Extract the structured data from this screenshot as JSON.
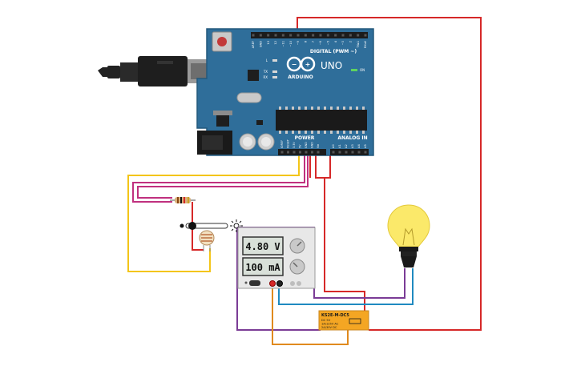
{
  "arduino": {
    "brand_label": "UNO",
    "logo_text": "ARDUINO",
    "digital_header_label": "DIGITAL (PWM ~)",
    "power_header_label": "POWER",
    "analog_header_label": "ANALOG IN",
    "on_label": "ON",
    "led_labels": [
      "L",
      "TX",
      "RX"
    ],
    "digital_pins": [
      "AREF",
      "GND",
      "13",
      "12",
      "~11",
      "~10",
      "~9",
      "8",
      "7",
      "~6",
      "~5",
      "4",
      "~3",
      "2",
      "TX▸1",
      "RX◂0"
    ],
    "power_pins": [
      "IOREF",
      "RESET",
      "3.3V",
      "5V",
      "GND",
      "GND",
      "Vin"
    ],
    "analog_pins": [
      "A0",
      "A1",
      "A2",
      "A3",
      "A4",
      "A5"
    ]
  },
  "power_supply": {
    "voltage_display": "4.80 V",
    "current_display": "100 mA"
  },
  "relay": {
    "model": "KS2E-M-DC5",
    "specs": [
      "DC 5V",
      "1A/125V AC",
      "2A/30V DC"
    ]
  },
  "colors": {
    "board": "#2f6e9a",
    "board_edge": "#24587c",
    "wire_red": "#d62828",
    "wire_yellow": "#f3c518",
    "wire_magenta": "#c0307f",
    "wire_purple": "#7b3c96",
    "wire_blue": "#1f8ac0",
    "wire_orange": "#e08a1e",
    "relay_body": "#f4a623",
    "bulb_glass": "#fbe96a"
  },
  "icons": {
    "light_source": "sun-ray-icon",
    "usb_plug": "usb-plug-icon"
  }
}
